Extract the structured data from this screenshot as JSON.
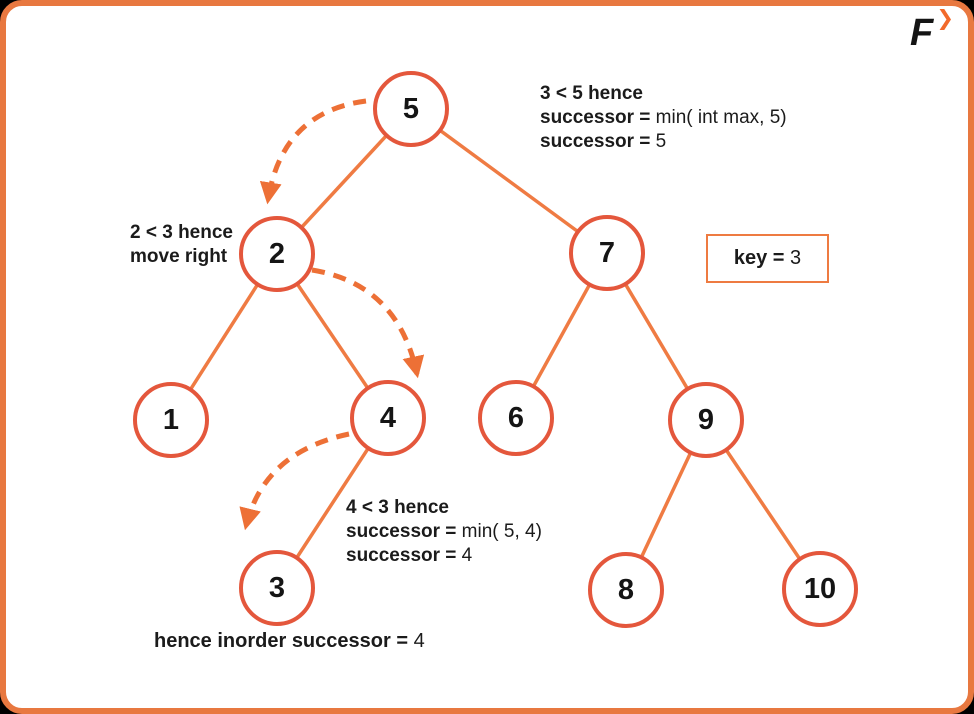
{
  "logo": {
    "letter": "F",
    "chevron": "❯"
  },
  "key_box": {
    "label_bold": "key =",
    "value": " 3"
  },
  "nodes": [
    {
      "value": "5"
    },
    {
      "value": "2"
    },
    {
      "value": "7"
    },
    {
      "value": "1"
    },
    {
      "value": "4"
    },
    {
      "value": "6"
    },
    {
      "value": "9"
    },
    {
      "value": "3"
    },
    {
      "value": "8"
    },
    {
      "value": "10"
    }
  ],
  "tree": {
    "root": "5",
    "edges": [
      "5-2",
      "5-7",
      "2-1",
      "2-4",
      "7-6",
      "7-9",
      "4-3",
      "9-8",
      "9-10"
    ],
    "traversal_path": [
      "5-2",
      "2-4",
      "4-3"
    ]
  },
  "annotations": {
    "root_check": {
      "line1": "3 < 5 hence",
      "line2_bold": "successor =",
      "line2_rest": " min( int max, 5)",
      "line3_bold": "successor =",
      "line3_rest": " 5"
    },
    "left_check": {
      "line1": "2 < 3 hence",
      "line2": "move right"
    },
    "four_check": {
      "line1": "4 < 3 hence",
      "line2_bold": "successor =",
      "line2_rest": " min( 5, 4)",
      "line3_bold": "successor =",
      "line3_rest": " 4"
    },
    "result": {
      "bold": "hence inorder successor =",
      "rest": " 4"
    }
  },
  "colors": {
    "panel_border": "#E87840",
    "edge_line": "#EF7B43",
    "node_stroke": "#E4573C",
    "dashed_arrow": "#ED7036",
    "text": "#1b1b1b",
    "background_outside": "#000000"
  }
}
